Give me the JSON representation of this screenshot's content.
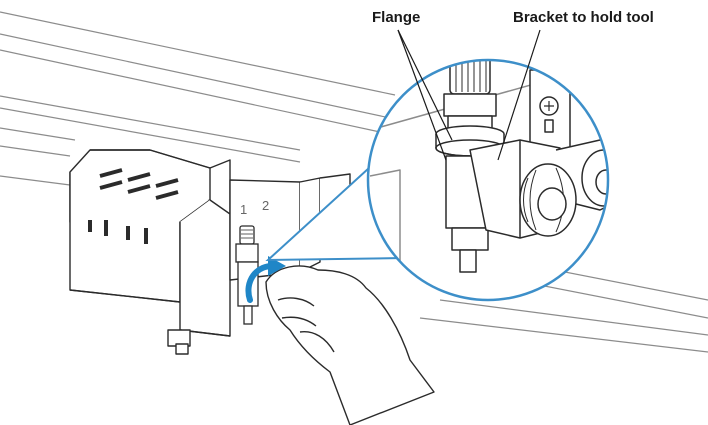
{
  "labels": {
    "flange": "Flange",
    "bracket": "Bracket to hold tool"
  },
  "tool_slots": {
    "slot_1": "1",
    "slot_2": "2"
  },
  "colors": {
    "line": "#2b2b2b",
    "light_line": "#8c8c8c",
    "magnifier_border": "#3d8fc9",
    "arrow": "#1f86c7"
  },
  "icons": {
    "rotate_arrow": "curved-arrow-icon",
    "screw": "screw-icon"
  }
}
